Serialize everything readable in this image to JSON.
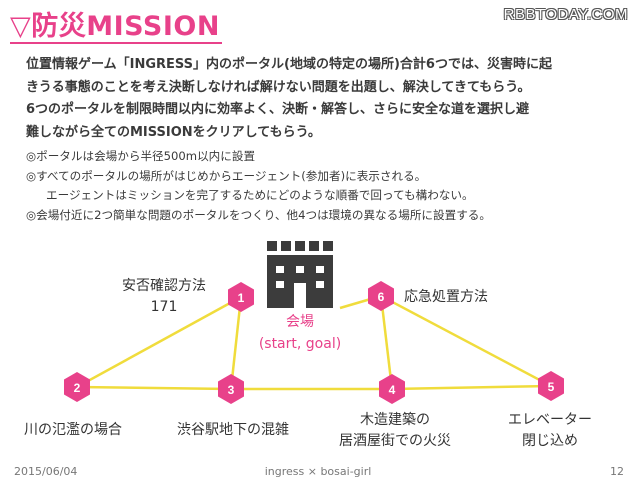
{
  "header": {
    "title": "▽防災MISSION",
    "watermark": "RBBTODAY.COM"
  },
  "intro": {
    "line1": "位置情報ゲーム「INGRESS」内のポータル(地域の特定の場所)合計6つでは、災害時に起",
    "line2": "きうる事態のことを考え決断しなければ解けない問題を出題し、解決してきてもらう。",
    "line3": "6つのポータルを制限時間以内に効率よく、決断・解答し、さらに安全な道を選択し避",
    "line4": "難しながら全てのMISSIONをクリアしてもらう。"
  },
  "notes": {
    "n1": "◎ポータルは会場から半径500m以内に設置",
    "n2": "◎すべてのポータルの場所がはじめからエージェント(参加者)に表示される。",
    "n2b": "エージェントはミッションを完了するためにどのような順番で回っても構わない。",
    "n3": "◎会場付近に2つ簡単な問題のポータルをつくり、他4つは環境の異なる場所に設置する。"
  },
  "diagram": {
    "venue": {
      "label": "会場",
      "sub": "(start, goal)"
    },
    "portals": [
      {
        "number": "1",
        "label_line1": "安否確認方法",
        "label_line2": "171"
      },
      {
        "number": "2",
        "label_line1": "川の氾濫の場合",
        "label_line2": ""
      },
      {
        "number": "3",
        "label_line1": "渋谷駅地下の混雑",
        "label_line2": ""
      },
      {
        "number": "4",
        "label_line1": "木造建築の",
        "label_line2": "居酒屋街での火災"
      },
      {
        "number": "5",
        "label_line1": "エレベーター",
        "label_line2": "閉じ込め"
      },
      {
        "number": "6",
        "label_line1": "応急処置方法",
        "label_line2": ""
      }
    ],
    "colors": {
      "portal": "#e8418a",
      "route": "#f0dc3c",
      "building": "#3c3c3c"
    }
  },
  "footer": {
    "date": "2015/06/04",
    "caption": "ingress × bosai-girl",
    "page": "12"
  }
}
